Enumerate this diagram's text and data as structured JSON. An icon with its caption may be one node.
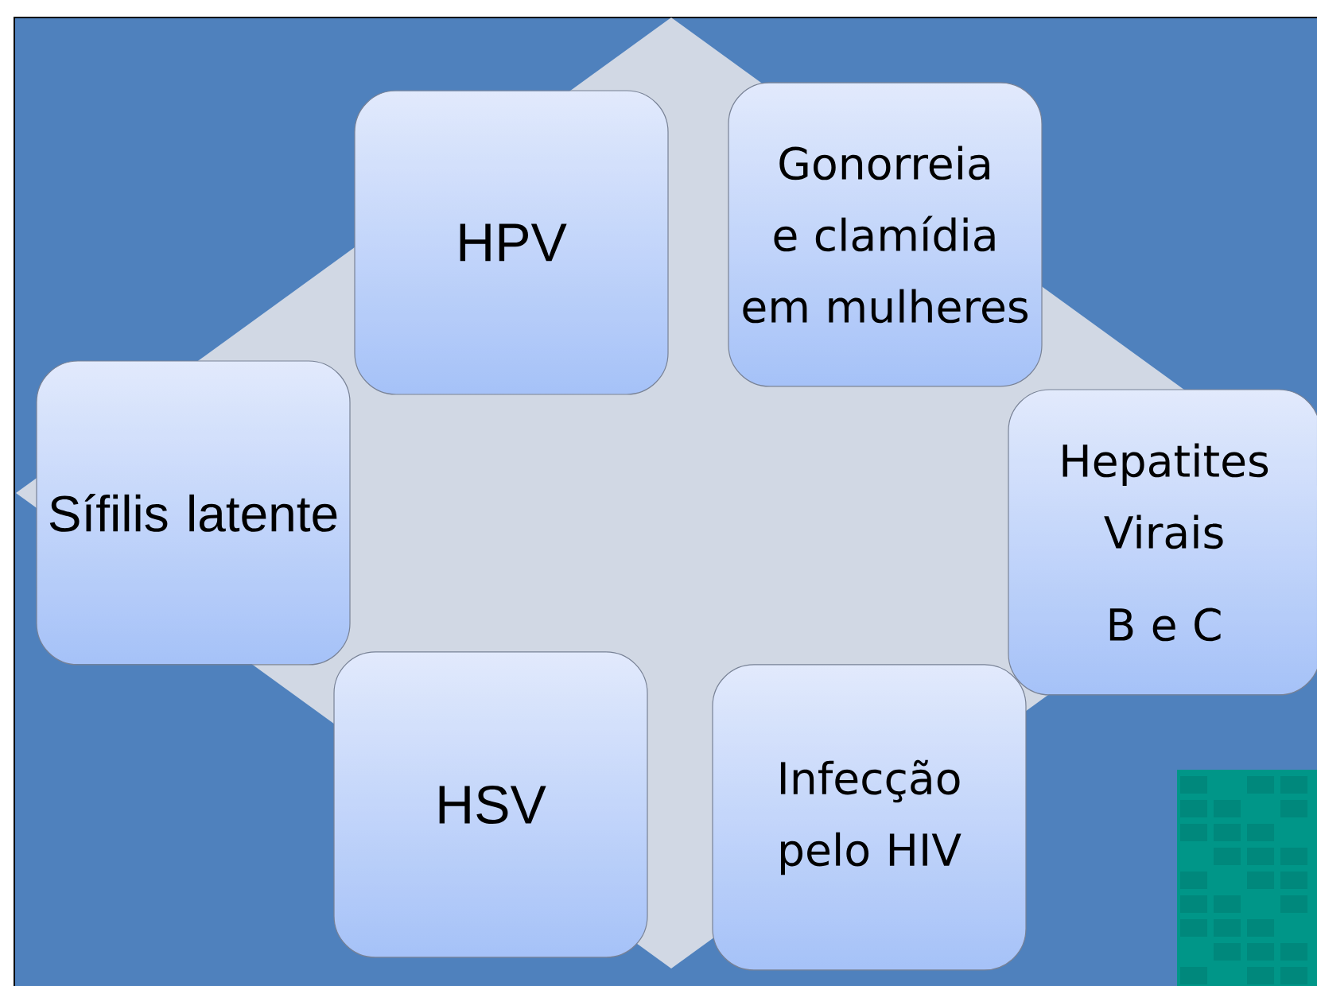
{
  "diagram": {
    "nodes": [
      {
        "text": [
          "HPV"
        ]
      },
      {
        "text": [
          "Gonorreia e clamídia em mulheres"
        ]
      },
      {
        "text": [
          "Sífilis latente"
        ]
      },
      {
        "text": [
          "Hepatites Virais",
          "B e C"
        ]
      },
      {
        "text": [
          "HSV"
        ]
      },
      {
        "text": [
          "Infecção pelo HIV"
        ]
      }
    ]
  }
}
